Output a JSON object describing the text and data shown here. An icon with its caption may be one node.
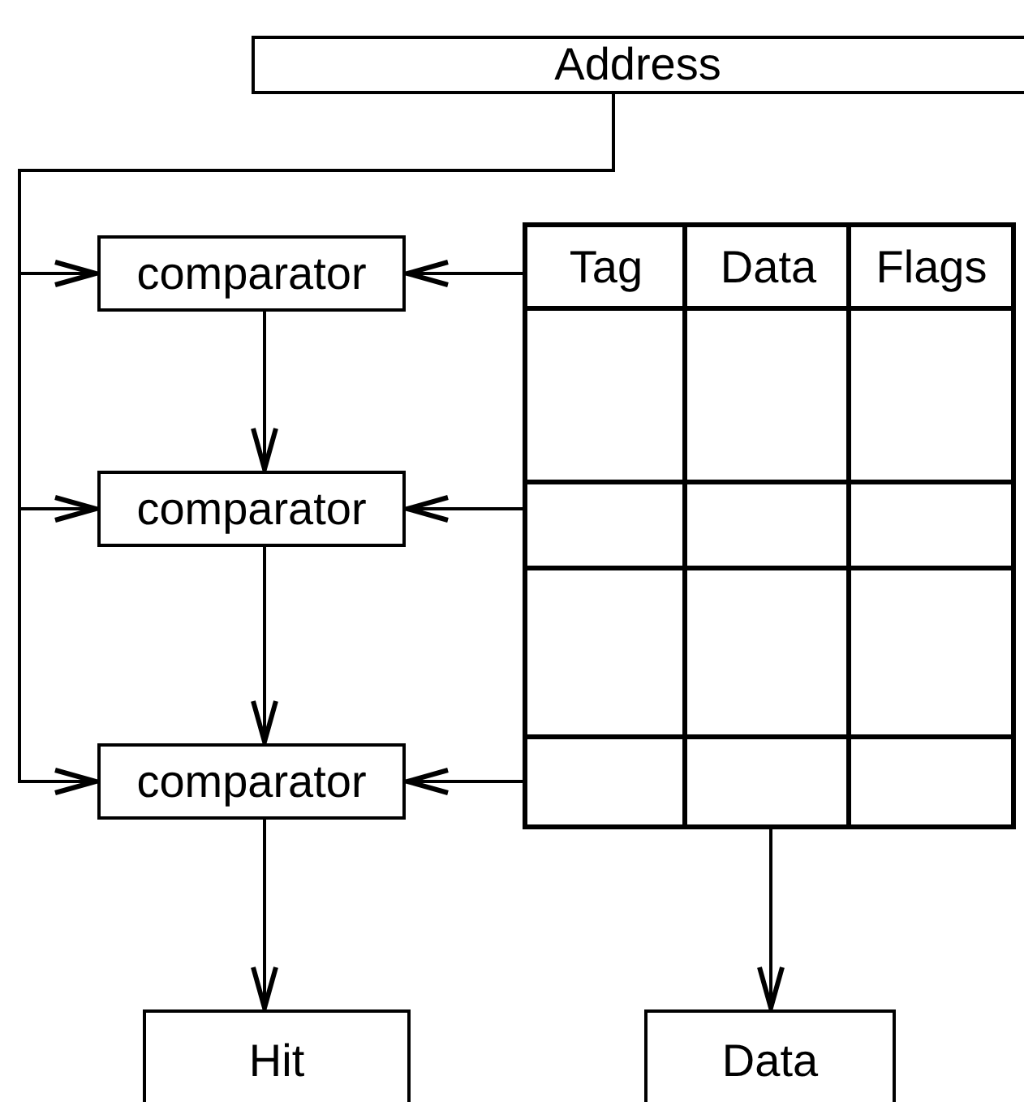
{
  "diagram": {
    "nodes": [
      {
        "text": [
          "Address"
        ]
      },
      {
        "text": [
          "comparator"
        ]
      },
      {
        "text": [
          "comparator"
        ]
      },
      {
        "text": [
          "comparator"
        ]
      },
      {
        "text": [
          "Tag",
          "Data",
          "Flags"
        ]
      },
      {
        "text": [
          "Hit"
        ]
      },
      {
        "text": [
          "Data"
        ]
      }
    ],
    "edges": [
      {
        "from": 0,
        "to": 1,
        "arrow": "to"
      },
      {
        "from": 0,
        "to": 2,
        "arrow": "to"
      },
      {
        "from": 0,
        "to": 3,
        "arrow": "to"
      },
      {
        "from": 4,
        "to": 1,
        "arrow": "to"
      },
      {
        "from": 4,
        "to": 2,
        "arrow": "to"
      },
      {
        "from": 4,
        "to": 3,
        "arrow": "to"
      },
      {
        "from": 1,
        "to": 2,
        "arrow": "to"
      },
      {
        "from": 2,
        "to": 3,
        "arrow": "to"
      },
      {
        "from": 3,
        "to": 5,
        "arrow": "to"
      },
      {
        "from": 4,
        "to": 6,
        "arrow": "to"
      }
    ]
  }
}
